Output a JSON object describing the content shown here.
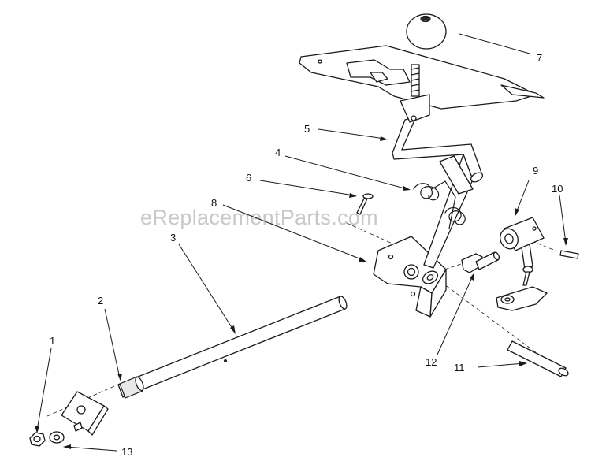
{
  "watermark": "eReplacementParts.com",
  "callouts": [
    "1",
    "2",
    "3",
    "4",
    "5",
    "6",
    "7",
    "8",
    "9",
    "10",
    "11",
    "12",
    "13"
  ]
}
